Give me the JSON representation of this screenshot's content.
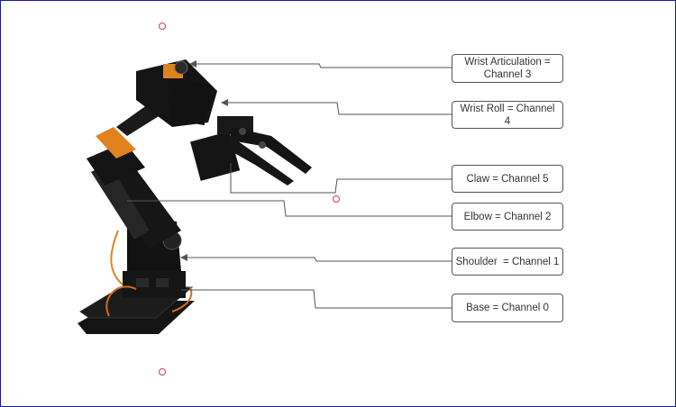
{
  "labels": {
    "wrist_articulation": "Wrist Articulation = Channel 3",
    "wrist_roll": "Wrist Roll = Channel 4",
    "claw": "Claw = Channel 5",
    "elbow": "Elbow = Channel 2",
    "shoulder": "Shoulder  = Channel 1",
    "base": "Base = Channel 0"
  },
  "colors": {
    "arm": "#141414",
    "servo_accent": "#e0821e",
    "connector": "#555555",
    "handle": "#d23a3a",
    "border": "#1a1aa8"
  }
}
